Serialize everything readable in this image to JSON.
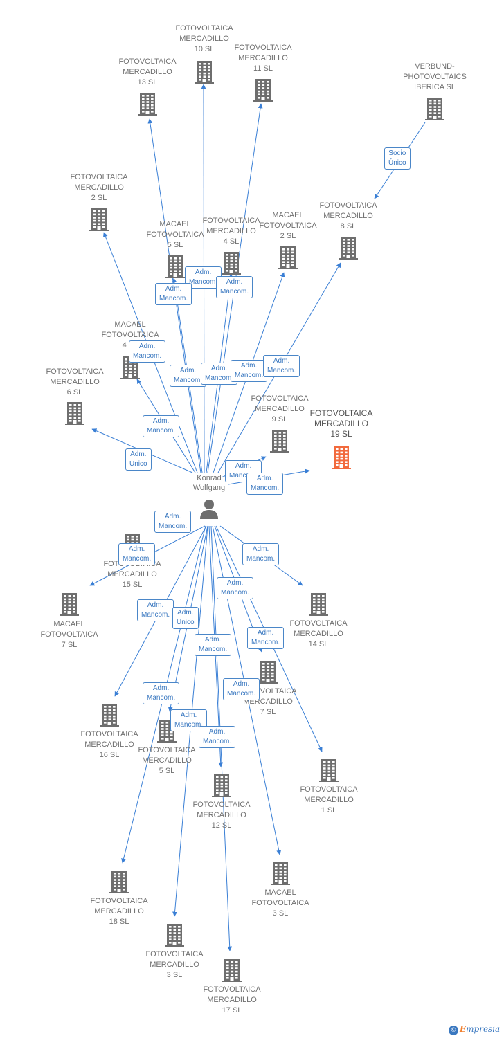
{
  "colors": {
    "edge": "#3a7fd5",
    "building": "#6e6e6e",
    "highlight": "#f26a3d",
    "badge_border": "#4a86c8"
  },
  "person": {
    "name_line1": "Konrad",
    "name_line2": "Wolfgang",
    "icon": "person-icon"
  },
  "badges": {
    "adm_mancom_l1": "Adm.",
    "adm_mancom_l2": "Mancom.",
    "adm_unico_l1": "Adm.",
    "adm_unico_l2": "Unico",
    "socio_l1": "Socio",
    "socio_l2": "Único"
  },
  "nodes": [
    {
      "id": "fm10",
      "lines": [
        "FOTOVOLTAICA",
        "MERCADILLO",
        "10 SL"
      ]
    },
    {
      "id": "fm11",
      "lines": [
        "FOTOVOLTAICA",
        "MERCADILLO",
        "11 SL"
      ]
    },
    {
      "id": "fm13",
      "lines": [
        "FOTOVOLTAICA",
        "MERCADILLO",
        "13 SL"
      ]
    },
    {
      "id": "verbund",
      "lines": [
        "VERBUND-",
        "PHOTOVOLTAICS",
        "IBERICA SL"
      ]
    },
    {
      "id": "fm2",
      "lines": [
        "FOTOVOLTAICA",
        "MERCADILLO",
        "2 SL"
      ]
    },
    {
      "id": "fm8",
      "lines": [
        "FOTOVOLTAICA",
        "MERCADILLO",
        "8 SL"
      ]
    },
    {
      "id": "macael5",
      "lines": [
        "MACAEL",
        "FOTOVOLTAICA",
        "5 SL"
      ]
    },
    {
      "id": "fm4",
      "lines": [
        "FOTOVOLTAICA",
        "MERCADILLO",
        "4 SL"
      ]
    },
    {
      "id": "macael2",
      "lines": [
        "MACAEL",
        "FOTOVOLTAICA",
        "2 SL"
      ]
    },
    {
      "id": "macael4",
      "lines": [
        "MACAEL",
        "FOTOVOLTAICA",
        "4 SL"
      ]
    },
    {
      "id": "fm6",
      "lines": [
        "FOTOVOLTAICA",
        "MERCADILLO",
        "6 SL"
      ]
    },
    {
      "id": "fm9",
      "lines": [
        "FOTOVOLTAICA",
        "MERCADILLO",
        "9 SL"
      ]
    },
    {
      "id": "fm19",
      "lines": [
        "FOTOVOLTAICA",
        "MERCADILLO",
        "19 SL"
      ]
    },
    {
      "id": "fm15",
      "lines": [
        "FOTOVOLTAICA",
        "MERCADILLO",
        "15 SL"
      ]
    },
    {
      "id": "macael7",
      "lines": [
        "MACAEL",
        "FOTOVOLTAICA",
        "7 SL"
      ]
    },
    {
      "id": "fm14",
      "lines": [
        "FOTOVOLTAICA",
        "MERCADILLO",
        "14 SL"
      ]
    },
    {
      "id": "fm7",
      "lines": [
        "FOTOVOLTAICA",
        "MERCADILLO",
        "7 SL"
      ]
    },
    {
      "id": "fm16",
      "lines": [
        "FOTOVOLTAICA",
        "MERCADILLO",
        "16 SL"
      ]
    },
    {
      "id": "fm5",
      "lines": [
        "FOTOVOLTAICA",
        "MERCADILLO",
        "5 SL"
      ]
    },
    {
      "id": "fm1",
      "lines": [
        "FOTOVOLTAICA",
        "MERCADILLO",
        "1 SL"
      ]
    },
    {
      "id": "fm12",
      "lines": [
        "FOTOVOLTAICA",
        "MERCADILLO",
        "12 SL"
      ]
    },
    {
      "id": "macael3",
      "lines": [
        "MACAEL",
        "FOTOVOLTAICA",
        "3 SL"
      ]
    },
    {
      "id": "fm18",
      "lines": [
        "FOTOVOLTAICA",
        "MERCADILLO",
        "18 SL"
      ]
    },
    {
      "id": "fm3",
      "lines": [
        "FOTOVOLTAICA",
        "MERCADILLO",
        "3 SL"
      ]
    },
    {
      "id": "fm17",
      "lines": [
        "FOTOVOLTAICA",
        "MERCADILLO",
        "17 SL"
      ]
    }
  ],
  "footer": {
    "copyright": "©",
    "brand_initial": "E",
    "brand_rest": "mpresia"
  }
}
